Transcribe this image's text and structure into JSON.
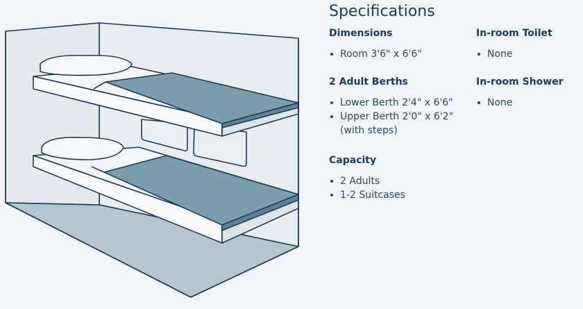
{
  "specs": {
    "title": "Specifications",
    "dimensions": {
      "heading": "Dimensions",
      "items": [
        "Room 3'6\" x 6'6\""
      ]
    },
    "berths": {
      "heading": "2 Adult Berths",
      "items": [
        "Lower Berth 2'4\" x 6'6\"",
        "Upper Berth 2'0\" x 6'2\"",
        "(with steps)"
      ]
    },
    "capacity": {
      "heading": "Capacity",
      "items": [
        "2 Adults",
        "1-2 Suitcases"
      ]
    },
    "toilet": {
      "heading": "In-room Toilet",
      "items": [
        "None"
      ]
    },
    "shower": {
      "heading": "In-room Shower",
      "items": [
        "None"
      ]
    }
  },
  "colors": {
    "background": "#f1f4f8",
    "wall": "#dfe6ec",
    "floor": "#b4c6d1",
    "mattress": "#7b9eae",
    "outline": "#1d3a55",
    "text": "#1d3a55"
  }
}
